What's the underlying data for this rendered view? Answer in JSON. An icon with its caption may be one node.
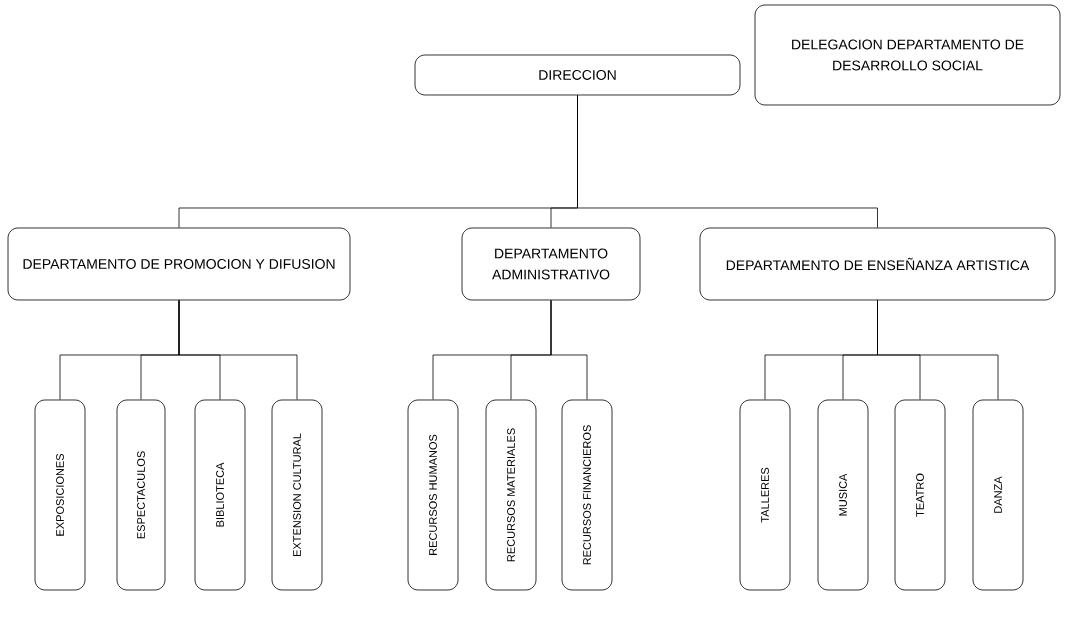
{
  "diagram": {
    "nodes": [
      {
        "text": [
          "DIRECCION"
        ]
      },
      {
        "text": [
          "DELEGACION DEPARTAMENTO DE DESARROLLO SOCIAL"
        ]
      },
      {
        "text": [
          "DEPARTAMENTO DE PROMOCION Y DIFUSION"
        ]
      },
      {
        "text": [
          "DEPARTAMENTO ADMINISTRATIVO"
        ]
      },
      {
        "text": [
          "DEPARTAMENTO DE ENSEÑANZA ARTISTICA"
        ]
      },
      {
        "text": [
          "EXPOSICIONES"
        ]
      },
      {
        "text": [
          "ESPECTACULOS"
        ]
      },
      {
        "text": [
          "BIBLIOTECA"
        ]
      },
      {
        "text": [
          "EXTENSION CULTURAL"
        ]
      },
      {
        "text": [
          "RECURSOS HUMANOS"
        ]
      },
      {
        "text": [
          "RECURSOS MATERIALES"
        ]
      },
      {
        "text": [
          "RECURSOS FINANCIEROS"
        ]
      },
      {
        "text": [
          "TALLERES"
        ]
      },
      {
        "text": [
          "MUSICA"
        ]
      },
      {
        "text": [
          "TEATRO"
        ]
      },
      {
        "text": [
          "DANZA"
        ]
      }
    ],
    "edges": [
      {
        "from": 0,
        "to": 2,
        "arrow": "none"
      },
      {
        "from": 0,
        "to": 3,
        "arrow": "none"
      },
      {
        "from": 0,
        "to": 4,
        "arrow": "none"
      },
      {
        "from": 2,
        "to": 5,
        "arrow": "none"
      },
      {
        "from": 2,
        "to": 6,
        "arrow": "none"
      },
      {
        "from": 2,
        "to": 7,
        "arrow": "none"
      },
      {
        "from": 2,
        "to": 8,
        "arrow": "none"
      },
      {
        "from": 3,
        "to": 9,
        "arrow": "none"
      },
      {
        "from": 3,
        "to": 10,
        "arrow": "none"
      },
      {
        "from": 3,
        "to": 11,
        "arrow": "none"
      },
      {
        "from": 4,
        "to": 12,
        "arrow": "none"
      },
      {
        "from": 4,
        "to": 13,
        "arrow": "none"
      },
      {
        "from": 4,
        "to": 14,
        "arrow": "none"
      },
      {
        "from": 4,
        "to": 15,
        "arrow": "none"
      }
    ]
  }
}
